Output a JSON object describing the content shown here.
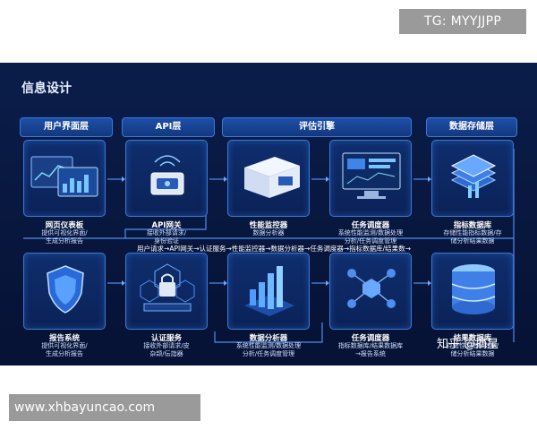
{
  "watermark_top": "TG: MYYJJPP",
  "watermark_bottom": "www.xhbayuncao.com",
  "panel_title": "信息设计",
  "headers": [
    "用户界面层",
    "API层",
    "评估引擎",
    "数据存储层"
  ],
  "top_row": [
    {
      "title": "网页仪表板",
      "desc": "提供可视化界面/\n生成分析报告"
    },
    {
      "title": "API网关",
      "desc": "接收外部请求/\n身份验证"
    },
    {
      "title": "性能监控器",
      "desc": "数据分析器"
    },
    {
      "title": "任务调度器",
      "desc": "系统性能监测/数据处理\n分析/任务调度管理"
    },
    {
      "title": "指标数据库",
      "desc": "存储性能指标数据/存\n储分析结果数据"
    }
  ],
  "flow_text": "用户请求→API网关→认证服务→性能监控器→数据分析器→任务调度器→指标数据库/结果数→",
  "bottom_row": [
    {
      "title": "报告系统",
      "desc": "提供可视化界面/\n生成分析报告"
    },
    {
      "title": "认证服务",
      "desc": "接收外部请求/皮\n杂颉/伝詣器"
    },
    {
      "title": "数据分析器",
      "desc": "系统性能监测/数据处理\n分析/任务调度管理"
    },
    {
      "title": "任务调度器",
      "desc": "指标数据库/结果数据库\n→报告系统"
    },
    {
      "title": "结果数据库",
      "desc": "存储性能指标数据/\n储分析结果数据"
    }
  ],
  "source_mark": "知乎 @摘星",
  "colors": {
    "panel": "#08173e",
    "accent": "#3b78d8",
    "header": "#1d4fa8"
  }
}
